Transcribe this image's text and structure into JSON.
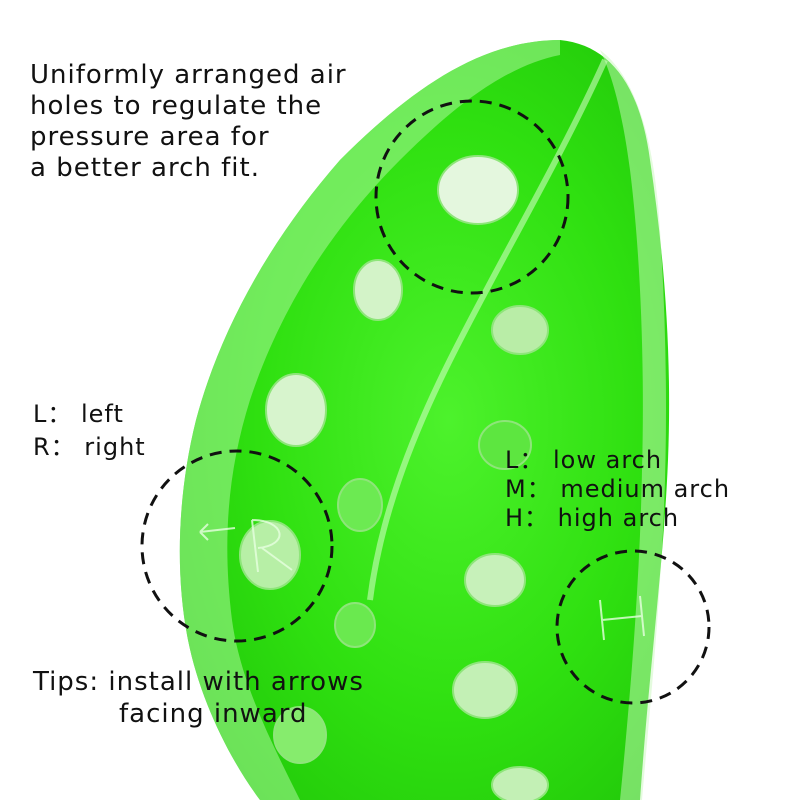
{
  "image": {
    "subject": "green-insole-arch-support-icon",
    "colors": {
      "insole_green": "#39e81e",
      "insole_dark_green": "#1fc40a",
      "insole_light": "#b8f7a6",
      "hole_fill": "#d9f6cf",
      "text": "#111111",
      "background": "#ffffff"
    }
  },
  "captions": {
    "air_holes": [
      "Uniformly arranged air",
      "holes to regulate the",
      "pressure area for",
      "a better arch fit."
    ],
    "side_legend": [
      "L： left",
      "R： right"
    ],
    "arch_legend": [
      "L： low arch",
      "M： medium arch",
      "H： high arch"
    ],
    "tips": [
      "Tips: install with arrows",
      "facing inward"
    ]
  }
}
